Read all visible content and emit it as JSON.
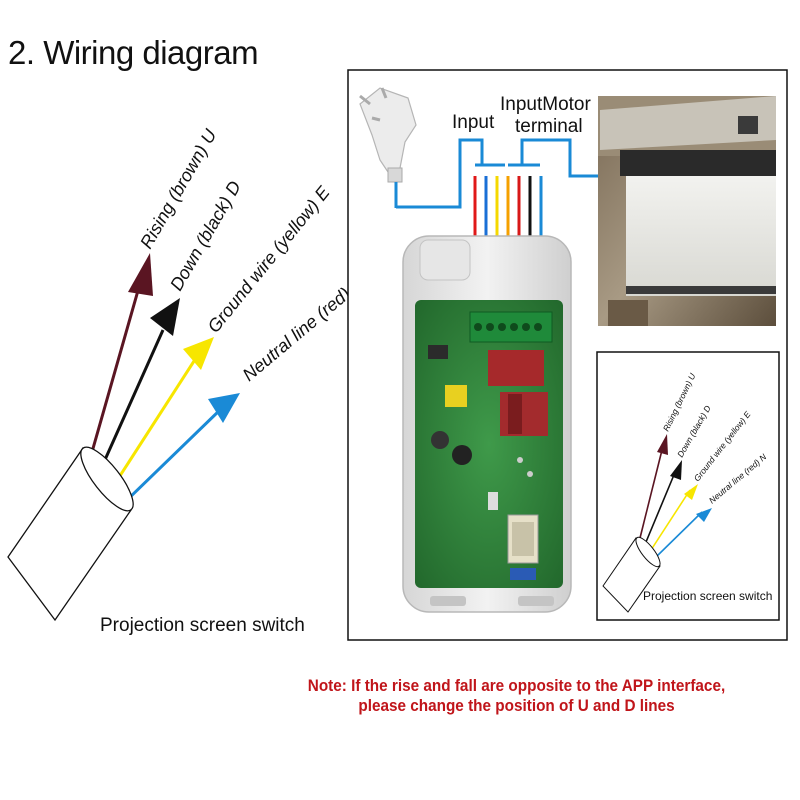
{
  "title": "2. Wiring diagram",
  "wires": [
    {
      "label": "Rising (brown) U",
      "color": "#5a1522"
    },
    {
      "label": "Down (black) D",
      "color": "#111111"
    },
    {
      "label": "Ground wire (yellow) E",
      "color": "#f7e600"
    },
    {
      "label": "Neutral line (red) N",
      "color": "#1a8ad6"
    }
  ],
  "switch_caption": "Projection screen switch",
  "terminal_labels": {
    "input": "Input",
    "input_motor": "InputMotor",
    "terminal": "terminal"
  },
  "terminal_wire_colors": [
    "#e01818",
    "#1a6fd6",
    "#f5d800",
    "#f5a000",
    "#d81818",
    "#111111",
    "#1a8ad6"
  ],
  "inset": {
    "wires": [
      {
        "label": "Rising (brown) U"
      },
      {
        "label": "Down (black) D"
      },
      {
        "label": "Ground wire (yellow) E"
      },
      {
        "label": "Neutral line (red) N"
      }
    ],
    "caption": "Projection screen switch"
  },
  "note": {
    "line1": "Note: If the rise and fall are opposite to the APP interface,",
    "line2": "please change the position of U and D lines"
  }
}
